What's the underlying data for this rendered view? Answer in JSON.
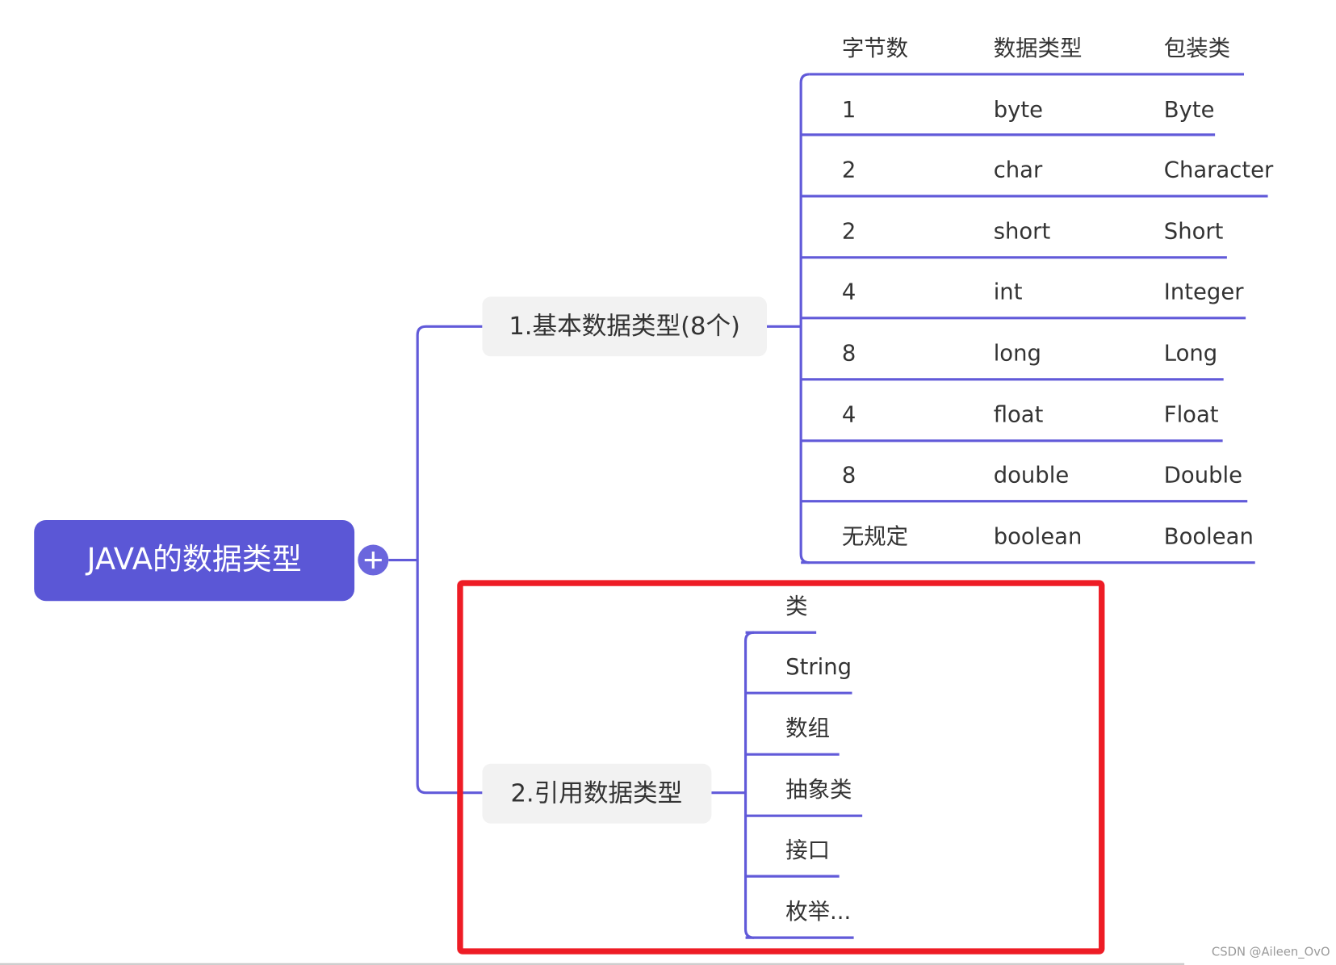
{
  "root": {
    "label": "JAVA的数据类型",
    "color": "#5b57d6"
  },
  "primitive": {
    "label": "1.基本数据类型(8个)",
    "headers": [
      "字节数",
      "数据类型",
      "包装类"
    ],
    "rows": [
      [
        "1",
        "byte",
        "Byte"
      ],
      [
        "2",
        "char",
        "Character"
      ],
      [
        "2",
        "short",
        "Short"
      ],
      [
        "4",
        "int",
        "Integer"
      ],
      [
        "8",
        "long",
        "Long"
      ],
      [
        "4",
        "float",
        "Float"
      ],
      [
        "8",
        "double",
        "Double"
      ],
      [
        "无规定",
        "boolean",
        "Boolean"
      ]
    ]
  },
  "reference": {
    "label": "2.引用数据类型",
    "items": [
      "类",
      "String",
      "数组",
      "抽象类",
      "接口",
      "枚举..."
    ]
  },
  "highlight_color": "#ee1c25",
  "watermark": "CSDN @Aileen_OvO"
}
